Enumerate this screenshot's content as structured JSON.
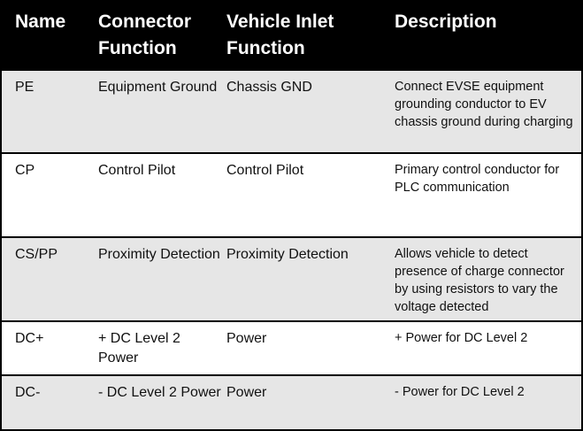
{
  "table": {
    "headers": [
      "Name",
      "Connector Function",
      "Vehicle Inlet Function",
      "Description"
    ],
    "rows": [
      {
        "name": "PE",
        "connector": "Equipment Ground",
        "inlet": "Chassis GND",
        "description": "Connect EVSE equipment grounding conductor to EV chassis ground during charging"
      },
      {
        "name": "CP",
        "connector": "Control Pilot",
        "inlet": "Control Pilot",
        "description": "Primary control conductor for PLC communication"
      },
      {
        "name": "CS/PP",
        "connector": "Proximity Detection",
        "inlet": "Proximity Detection",
        "description": "Allows vehicle to detect presence of charge connector by using resistors to vary the voltage detected"
      },
      {
        "name": "DC+",
        "connector": "+ DC Level 2 Power",
        "inlet": "Power",
        "description": "+ Power for DC Level 2"
      },
      {
        "name": "DC-",
        "connector": "- DC Level 2 Power",
        "inlet": "Power",
        "description": "- Power for DC Level 2"
      }
    ]
  },
  "colors": {
    "header_bg": "#000000",
    "header_text": "#ffffff",
    "row_shade": "#e6e6e6",
    "row_plain": "#ffffff",
    "rule": "#000000"
  }
}
